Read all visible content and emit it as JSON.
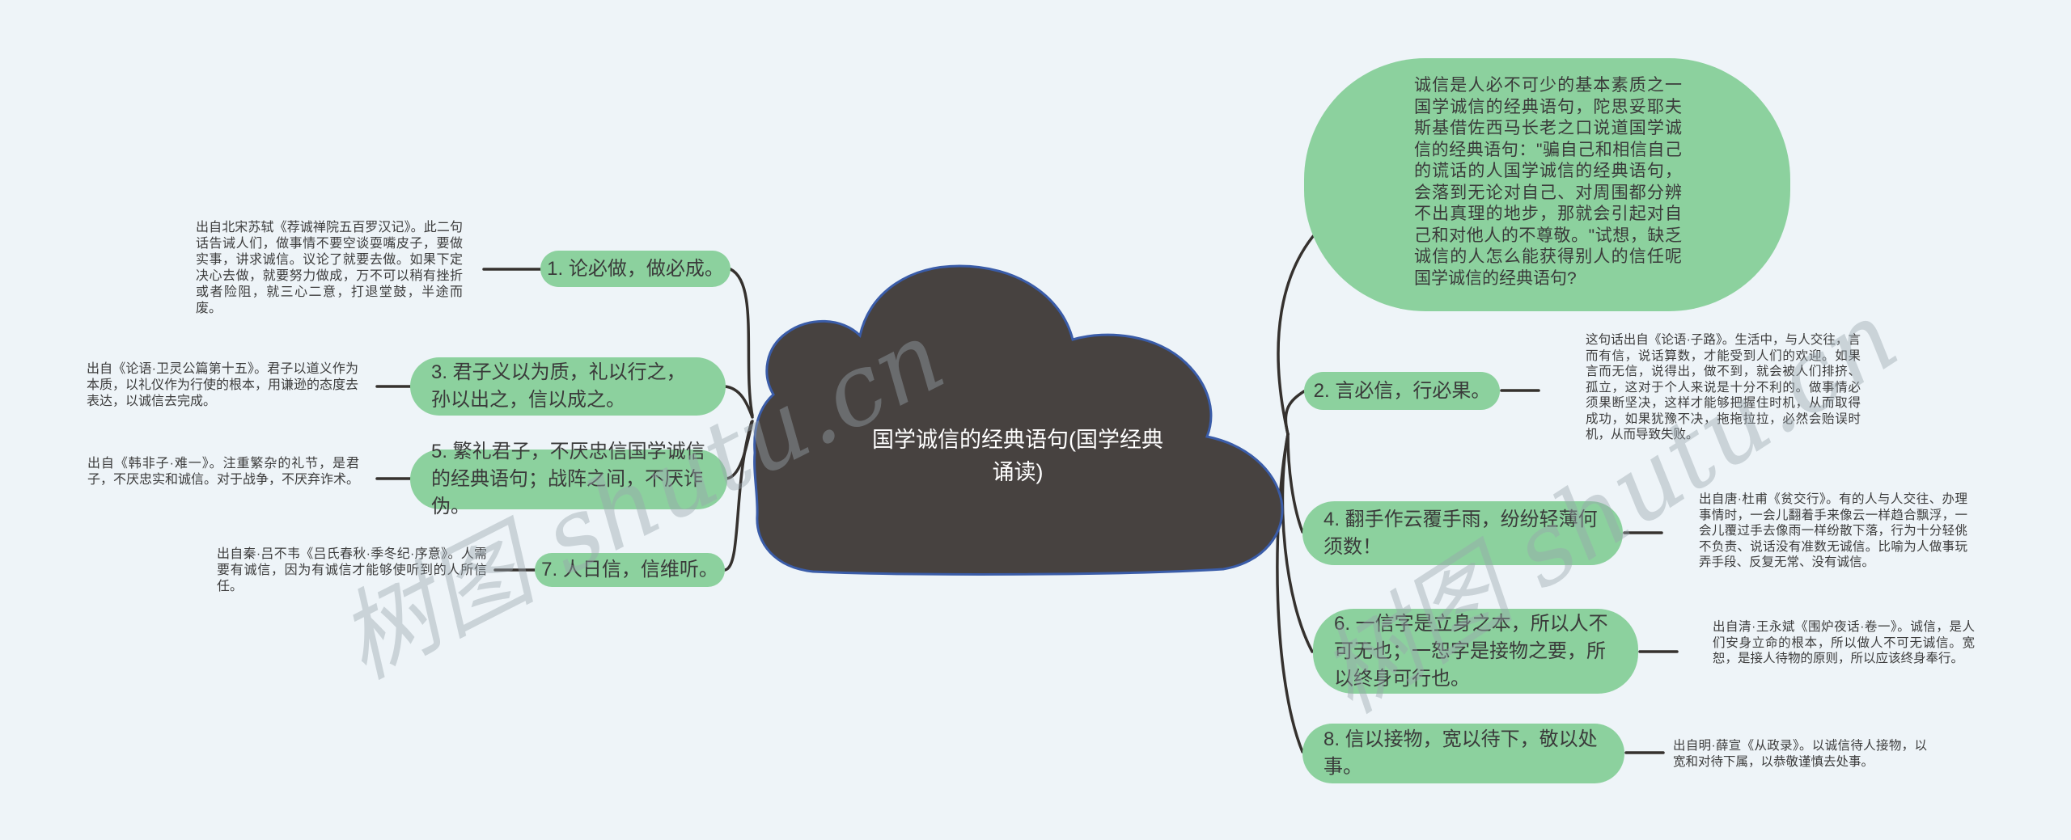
{
  "center": {
    "label": "国学诚信的经典语句(国学经典诵读)"
  },
  "intro_note": {
    "text": "诚信是人必不可少的基本素质之一国学诚信的经典语句，陀思妥耶夫斯基借佐西马长老之口说道国学诚信的经典语句：\"骗自己和相信自己的谎话的人国学诚信的经典语句，会落到无论对自己、对周围都分辨不出真理的地步，那就会引起对自己和对他人的不尊敬。\"试想，缺乏诚信的人怎么能获得别人的信任呢国学诚信的经典语句?"
  },
  "nodes": [
    {
      "label": "1. 论必做，做必成。",
      "note": "出自北宋苏轼《荐诚禅院五百罗汉记》。此二句话告诫人们，做事情不要空谈耍嘴皮子，要做实事，讲求诚信。议论了就要去做。如果下定决心去做，就要努力做成，万不可以稍有挫折或者险阻，就三心二意，打退堂鼓，半途而废。"
    },
    {
      "label": "2. 言必信，行必果。",
      "note": "这句话出自《论语·子路》。生活中，与人交往，言而有信，说话算数，才能受到人们的欢迎。如果言而无信，说得出，做不到，就会被人们排挤、孤立，这对于个人来说是十分不利的。做事情必须果断坚决，这样才能够把握住时机，从而取得成功，如果犹豫不决，拖拖拉拉，必然会贻误时机，从而导致失败。"
    },
    {
      "label": "3. 君子义以为质，礼以行之，孙以出之，信以成之。",
      "note": "出自《论语·卫灵公篇第十五》。君子以道义作为本质，以礼仪作为行使的根本，用谦逊的态度去表达，以诚信去完成。"
    },
    {
      "label": "4. 翻手作云覆手雨，纷纷轻薄何须数！",
      "note": "出自唐·杜甫《贫交行》。有的人与人交往、办理事情时，一会儿翻着手来像云一样趋合飘浮，一会儿覆过手去像雨一样纷散下落，行为十分轻佻不负责、说话没有准数无诚信。比喻为人做事玩弄手段、反复无常、没有诚信。"
    },
    {
      "label": "5. 繁礼君子，不厌忠信国学诚信的经典语句；战阵之间，不厌诈伪。",
      "note": "出自《韩非子·难一》。注重繁杂的礼节，是君子，不厌忠实和诚信。对于战争，不厌弃诈术。"
    },
    {
      "label": "6. 一信字是立身之本，所以人不可无也；一恕字是接物之要，所以终身可行也。",
      "note": "出自清·王永斌《围炉夜话·卷一》。诚信，是人们安身立命的根本，所以做人不可无诚信。宽恕，是接人待物的原则，所以应该终身奉行。"
    },
    {
      "label": "7. 人日信，信维听。",
      "note": "出自秦·吕不韦《吕氏春秋·季冬纪·序意》。人需要有诚信，因为有诚信才能够使听到的人所信任。"
    },
    {
      "label": "8. 信以接物，宽以待下，敬以处事。",
      "note": "出自明·薛宣《从政录》。以诚信待人接物，以宽和对待下属，以恭敬谨慎去处事。"
    }
  ],
  "watermark": {
    "text": "树图 shutu.cn"
  },
  "colors": {
    "background": "#eef4f8",
    "node_green": "#8cd19e",
    "cloud_fill": "#474240",
    "cloud_stroke": "#3a5ca8",
    "wire": "#35312e",
    "text_dark": "#3a3a3a",
    "center_text": "#ffffff"
  }
}
